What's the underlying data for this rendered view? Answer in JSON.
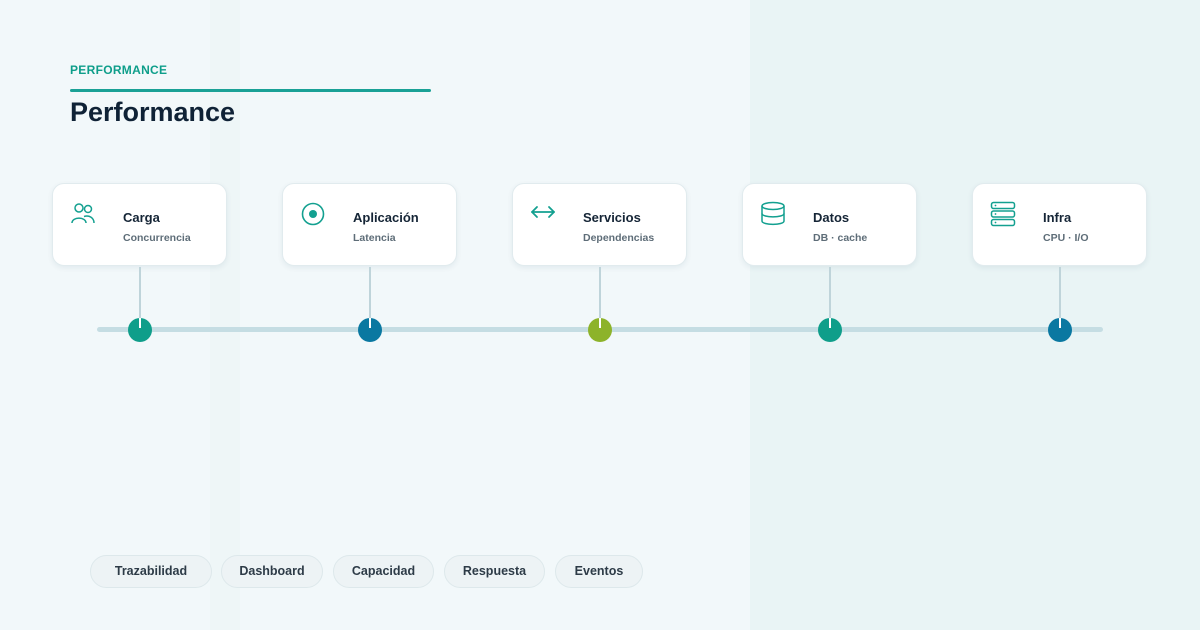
{
  "header": {
    "eyebrow": "PERFORMANCE",
    "title": "Performance"
  },
  "stages": [
    {
      "title": "Carga",
      "subtitle": "Concurrencia",
      "icon": "users-icon",
      "node_color": "#0f9e8a"
    },
    {
      "title": "Aplicación",
      "subtitle": "Latencia",
      "icon": "target-icon",
      "node_color": "#0a78a1"
    },
    {
      "title": "Servicios",
      "subtitle": "Dependencias",
      "icon": "arrows-horizontal-icon",
      "node_color": "#8db32a"
    },
    {
      "title": "Datos",
      "subtitle": "DB · cache",
      "icon": "database-icon",
      "node_color": "#0f9e8a"
    },
    {
      "title": "Infra",
      "subtitle": "CPU · I/O",
      "icon": "server-stack-icon",
      "node_color": "#0a78a1"
    }
  ],
  "chips": [
    {
      "label": "Trazabilidad"
    },
    {
      "label": "Dashboard"
    },
    {
      "label": "Capacidad"
    },
    {
      "label": "Respuesta"
    },
    {
      "label": "Eventos"
    }
  ],
  "colors": {
    "accent": "#0e9e8a",
    "title": "#0f2236",
    "track": "#c5dde3"
  }
}
